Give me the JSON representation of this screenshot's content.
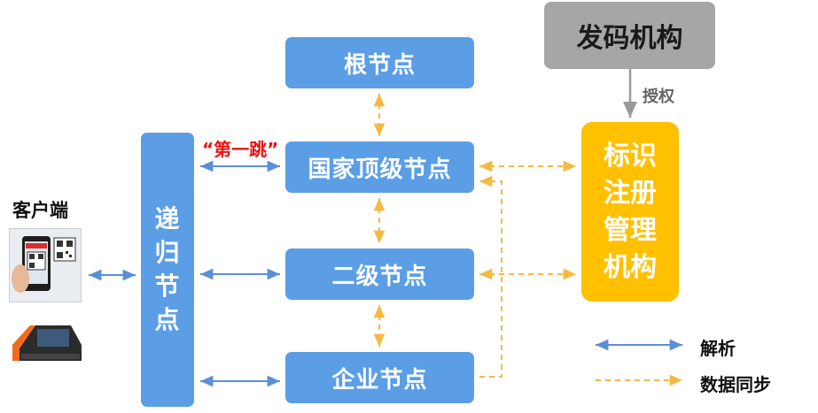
{
  "nodes": {
    "root": "根节点",
    "top_level": "国家顶级节点",
    "secondary": "二级节点",
    "enterprise": "企业节点",
    "recursive": [
      "递",
      "归",
      "节",
      "点"
    ],
    "issuer": "发码机构",
    "registry": [
      "标识",
      "注册",
      "管理",
      "机构"
    ]
  },
  "labels": {
    "authorize": "授权",
    "first_jump": "“第一跳”",
    "client": "客户端"
  },
  "legend": {
    "parse": "解析",
    "sync": "数据同步"
  },
  "colors": {
    "node_blue": "#5b9ee6",
    "issuer_gray": "#a6a6a6",
    "registry_yellow": "#ffc000",
    "parse_line": "#5b8fd6",
    "sync_line": "#f5b942",
    "first_jump_red": "#ee1111"
  },
  "icons": [
    "smartphone-qr-icon",
    "pos-terminal-icon"
  ]
}
